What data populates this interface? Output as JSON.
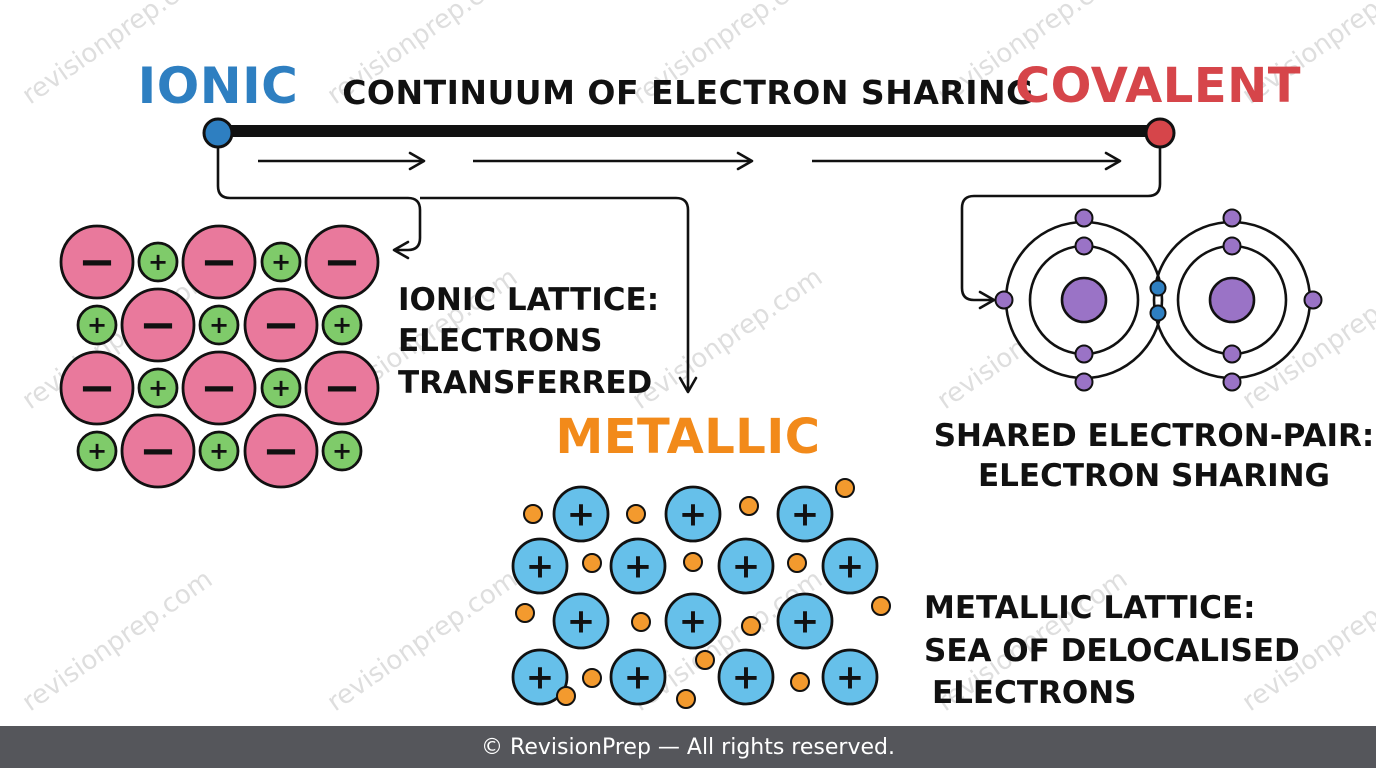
{
  "header": {
    "ionic_title": "IONIC",
    "continuum_title": "CONTINUUM OF ELECTRON SHARING",
    "covalent_title": "COVALENT"
  },
  "ionic": {
    "label_lines": [
      "IONIC LATTICE:",
      "ELECTRONS",
      "TRANSFERRED"
    ]
  },
  "metallic": {
    "title": "METALLIC",
    "label_lines": [
      "METALLIC LATTICE:",
      "SEA OF DELOCALISED",
      "ELECTRONS"
    ]
  },
  "covalent": {
    "label_lines": [
      "SHARED ELECTRON-PAIR:",
      "ELECTRON SHARING"
    ]
  },
  "symbols": {
    "plus": "+",
    "minus": "−"
  },
  "watermark": "revisionprep.com",
  "footer": {
    "text": "© RevisionPrep — All rights reserved."
  },
  "colors": {
    "ionic_blue": "#2e7fc1",
    "covalent_red": "#d6454a",
    "metallic_orange": "#f28a1a",
    "anion_pink": "#e9799c",
    "cation_green": "#7fcb6a",
    "metal_ion_blue": "#66c0ea",
    "electron_orange": "#f39a2e",
    "nucleus_purple": "#9a73c6",
    "footer_bg": "#55565b"
  }
}
